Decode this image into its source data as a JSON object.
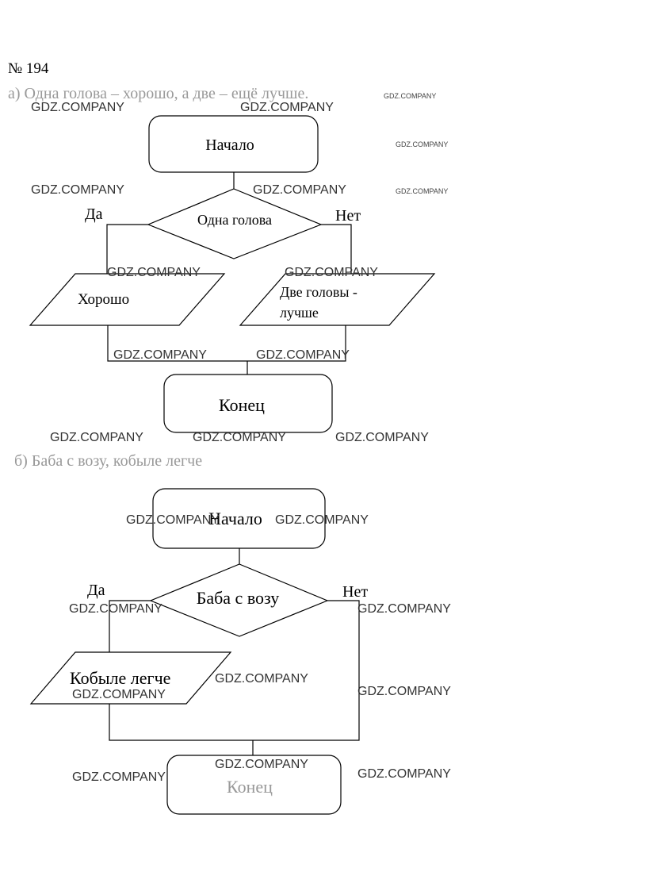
{
  "problem_number": "№ 194",
  "part_a": {
    "heading": "а) Одна голова – хорошо, а две – ещё лучше.",
    "start": "Начало",
    "condition": "Одна голова",
    "yes": "Да",
    "no": "Нет",
    "yes_output": "Хорошо",
    "no_output_line1": "Две головы -",
    "no_output_line2": "лучше",
    "end": "Конец"
  },
  "part_b": {
    "heading": "б) Баба с возу, кобыле легче",
    "start": "Начало",
    "condition": "Баба с возу",
    "yes": "Да",
    "no": "Нет",
    "yes_output": "Кобыле легче",
    "end": "Конец"
  },
  "watermark": "GDZ.COMPANY"
}
